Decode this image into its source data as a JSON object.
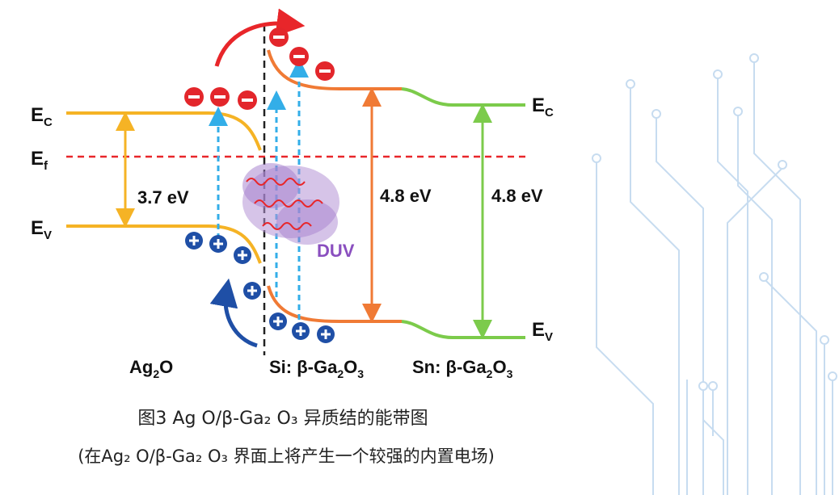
{
  "diagram": {
    "left_levels": {
      "ec": "E",
      "ec_sub": "C",
      "ef": "E",
      "ef_sub": "f",
      "ev": "E",
      "ev_sub": "V"
    },
    "right_levels": {
      "ec": "E",
      "ec_sub": "C",
      "ev": "E",
      "ev_sub": "V"
    },
    "gaps": {
      "ag2o": "3.7 eV",
      "si_ga2o3": "4.8 eV",
      "sn_ga2o3": "4.8 eV"
    },
    "duv_label": "DUV",
    "electron_symbol": "−",
    "hole_symbol": "+",
    "materials": {
      "left": {
        "base": "Ag",
        "sub": "2",
        "tail": "O"
      },
      "middle": {
        "prefix": "Si: β-Ga",
        "sub1": "2",
        "mid": "O",
        "sub2": "3"
      },
      "right": {
        "prefix": "Sn: β-Ga",
        "sub1": "2",
        "mid": "O",
        "sub2": "3"
      }
    },
    "colors": {
      "ag2o_band": "#f5b325",
      "si_band": "#f07a35",
      "sn_band": "#7ccb4b",
      "fermi": "#e8262a",
      "electron": "#e3262b",
      "hole": "#1f4fa6",
      "photon_arrow": "#33aee8",
      "duv": "#8a4fbf",
      "circuit": "#c7dcf0"
    }
  },
  "caption": {
    "line1": "图3 Ag  O/β-Ga₂ O₃ 异质结的能带图",
    "line2": "(在Ag₂ O/β-Ga₂ O₃ 界面上将产生一个较强的内置电场)"
  }
}
